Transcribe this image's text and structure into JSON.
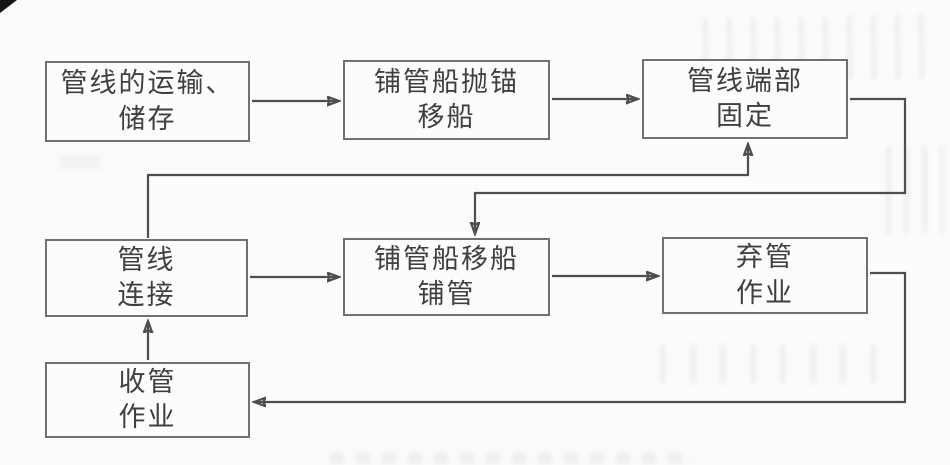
{
  "figure": {
    "type": "flowchart",
    "language": "zh",
    "nodes": [
      {
        "id": "transport_storage",
        "label": "管线的运输、\n储存"
      },
      {
        "id": "anchor_move",
        "label": "铺管船抛锚\n移船"
      },
      {
        "id": "end_fix",
        "label": "管线端部\n固定"
      },
      {
        "id": "connect",
        "label": "管线\n连接"
      },
      {
        "id": "move_lay",
        "label": "铺管船移船\n铺管"
      },
      {
        "id": "abandon",
        "label": "弃管\n作业"
      },
      {
        "id": "recover",
        "label": "收管\n作业"
      }
    ],
    "edges": [
      {
        "from": "transport_storage",
        "to": "anchor_move"
      },
      {
        "from": "anchor_move",
        "to": "end_fix"
      },
      {
        "from": "end_fix",
        "to": "move_lay"
      },
      {
        "from": "connect",
        "to": "end_fix"
      },
      {
        "from": "connect",
        "to": "move_lay"
      },
      {
        "from": "move_lay",
        "to": "abandon"
      },
      {
        "from": "abandon",
        "to": "recover"
      },
      {
        "from": "recover",
        "to": "connect"
      }
    ],
    "colors": {
      "box_border": "#707070",
      "arrow": "#4e4e4e",
      "text": "#3f3f3f",
      "background": "#fbfbfa"
    }
  }
}
